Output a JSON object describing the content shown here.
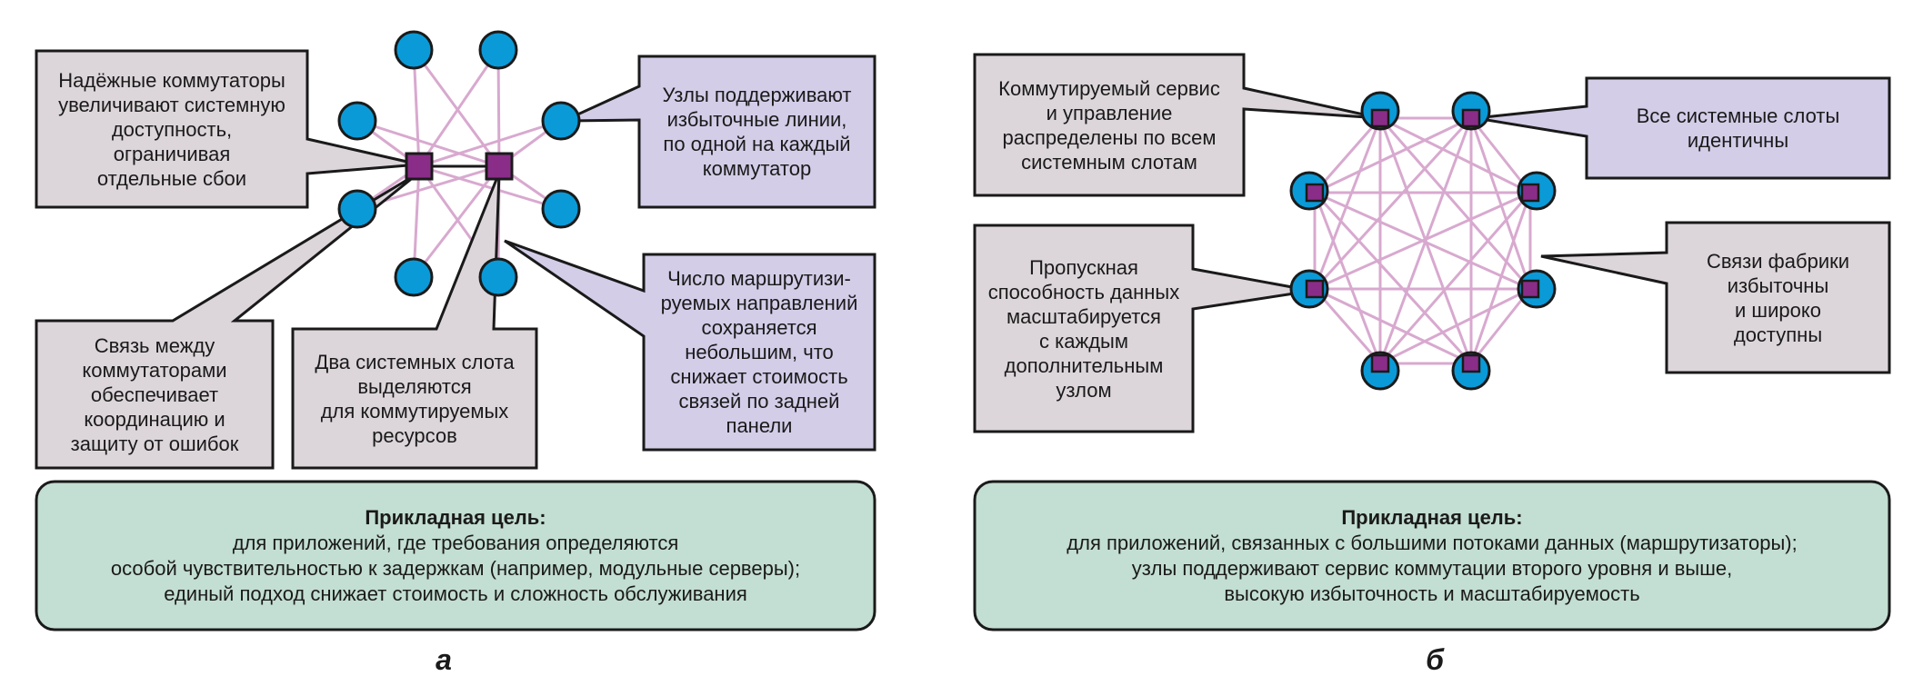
{
  "panel_a": {
    "callouts": {
      "reliable_switches": [
        "Надёжные коммутаторы",
        "увеличивают системную",
        "доступность,",
        "ограничивая",
        "отдельные сбои"
      ],
      "redundant_links": [
        "Узлы поддерживают",
        "избыточные линии,",
        "по одной на каждый",
        "коммутатор"
      ],
      "switch_link": [
        "Связь между",
        "коммутаторами",
        "обеспечивает",
        "координацию и",
        "защиту от ошибок"
      ],
      "two_slots": [
        "Два системных слота",
        "выделяются",
        "для коммутируемых",
        "ресурсов"
      ],
      "routes_count": [
        "Число маршрутизи-",
        "руемых направлений",
        "сохраняется",
        "небольшим, что",
        "снижает стоимость",
        "связей по задней",
        "панели"
      ]
    },
    "goal": {
      "title": "Прикладная цель:",
      "lines": [
        "для приложений, где требования определяются",
        "особой чувствительностью к задержкам (например, модульные серверы);",
        "единый подход снижает стоимость и сложность обслуживания"
      ]
    },
    "caption": "а"
  },
  "panel_b": {
    "callouts": {
      "distributed_service": [
        "Коммутируемый сервис",
        "и управление",
        "распределены по всем",
        "системным слотам"
      ],
      "identical_slots": [
        "Все системные слоты",
        "идентичны"
      ],
      "bandwidth": [
        "Пропускная",
        "способность данных",
        "масштабируется",
        "с каждым",
        "дополнительным",
        "узлом"
      ],
      "fabric_links": [
        "Связи фабрики",
        "избыточны",
        "и широко",
        "доступны"
      ]
    },
    "goal": {
      "title": "Прикладная цель:",
      "lines": [
        "для приложений, связанных с большими потоками данных (маршрутизаторы);",
        "узлы поддерживают сервис коммутации второго уровня и выше,",
        "высокую избыточность и масштабируемость"
      ]
    },
    "caption": "б"
  },
  "colors": {
    "node_fill": "#0a9ad8",
    "switch_fill": "#8a2d88",
    "link": "#d8a9cf",
    "callout_grey": "#dcd6da",
    "callout_lavender": "#d3cde8",
    "goal_fill": "#c3ded2",
    "stroke": "#1a1a1a"
  }
}
